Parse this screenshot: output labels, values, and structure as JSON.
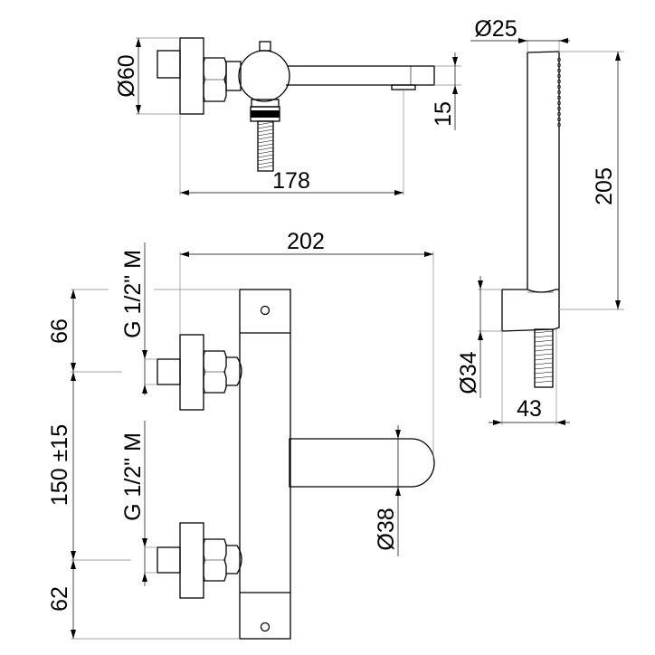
{
  "drawing": {
    "title": "Thermostatic bath mixer technical drawing",
    "stroke_color": "#000000",
    "background": "#ffffff",
    "top_view": {
      "dims": {
        "flange_diameter": "Ø60",
        "depth": "178",
        "spout_height": "15"
      }
    },
    "hand_shower": {
      "dims": {
        "handle_diameter": "Ø25",
        "length": "205",
        "holder_diameter": "Ø34",
        "holder_depth": "43"
      }
    },
    "front_view": {
      "dims": {
        "projection": "202",
        "top_offset": "66",
        "centers": "150 ±15",
        "bottom_offset": "62",
        "upper_thread": "G 1/2\" M",
        "lower_thread": "G 1/2\" M",
        "spout_diameter": "Ø38"
      }
    }
  }
}
